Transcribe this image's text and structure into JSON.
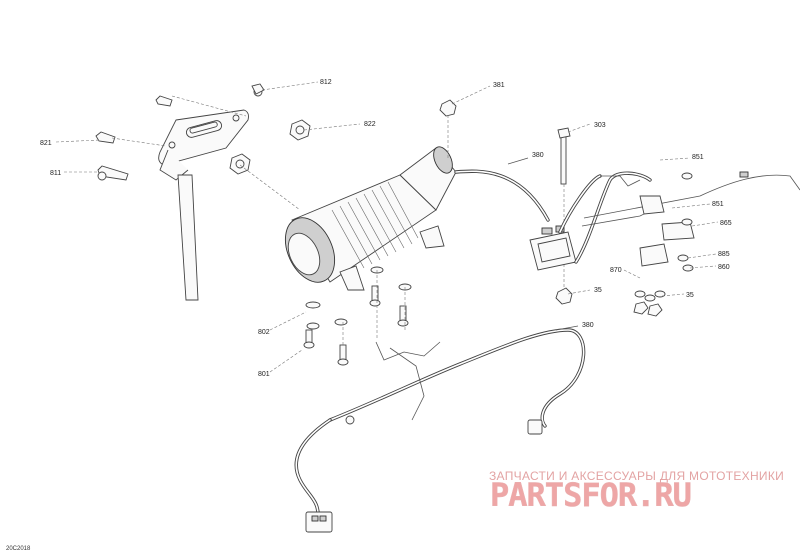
{
  "diagram": {
    "document_code": "20C2018",
    "labels": [
      {
        "id": "label-812",
        "text": "812"
      },
      {
        "id": "label-822",
        "text": "822"
      },
      {
        "id": "label-821",
        "text": "821"
      },
      {
        "id": "label-811",
        "text": "811"
      },
      {
        "id": "label-381",
        "text": "381"
      },
      {
        "id": "label-303",
        "text": "303"
      },
      {
        "id": "label-380-top",
        "text": "380"
      },
      {
        "id": "label-851-top",
        "text": "851"
      },
      {
        "id": "label-851-mid",
        "text": "851"
      },
      {
        "id": "label-865",
        "text": "865"
      },
      {
        "id": "label-885",
        "text": "885"
      },
      {
        "id": "label-860",
        "text": "860"
      },
      {
        "id": "label-870",
        "text": "870"
      },
      {
        "id": "label-35-right",
        "text": "35"
      },
      {
        "id": "label-35-mid",
        "text": "35"
      },
      {
        "id": "label-380-bottom",
        "text": "380"
      },
      {
        "id": "label-802",
        "text": "802"
      },
      {
        "id": "label-801",
        "text": "801"
      }
    ]
  },
  "watermark": {
    "tagline": "ЗАПЧАСТИ И АКСЕССУАРЫ ДЛЯ МОТОТЕХНИКИ",
    "logo_text": "PARTSFOR.RU",
    "colors": {
      "tagline": "#e3a3a3",
      "logo": "#e88888",
      "logo_dots": "#e9b0b0"
    }
  }
}
